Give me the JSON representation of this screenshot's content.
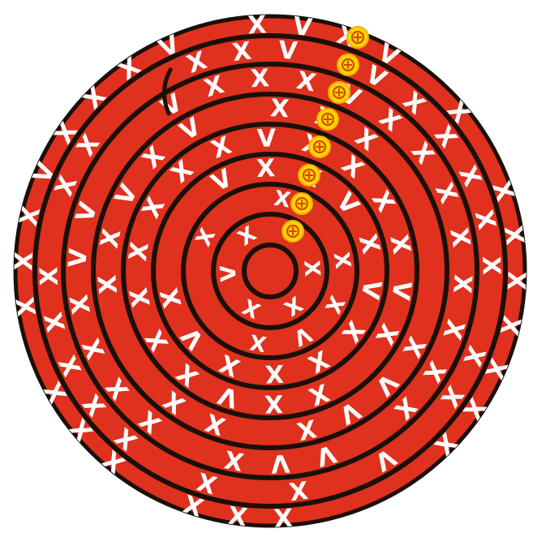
{
  "board": {
    "ring_count": 8,
    "colors": {
      "board": "#e0301e",
      "ring_line": "#1a1008",
      "glyph": "#ffffff",
      "marker_fill": "#ffd400",
      "marker_ring": "#f0b000",
      "marker_glyph": "#d24a00"
    },
    "glyphs": {
      "x": "X",
      "v": "V"
    },
    "markers": {
      "icon": "seal-marker-icon",
      "count": 8
    },
    "cursor_icon": "bracket-cursor-icon"
  }
}
